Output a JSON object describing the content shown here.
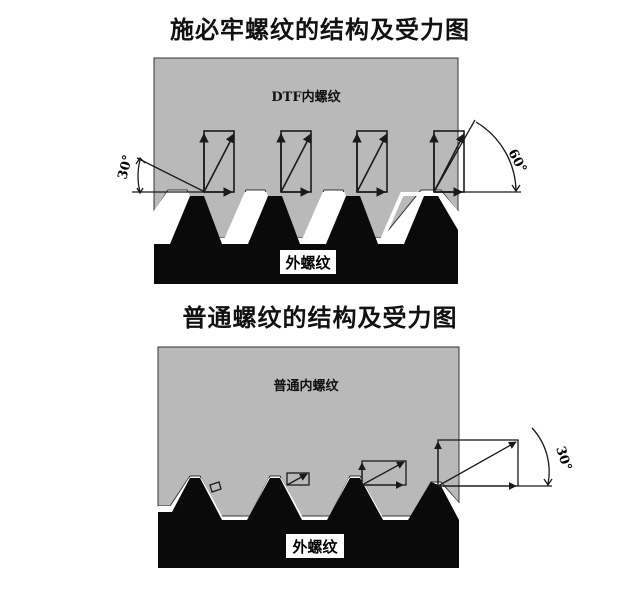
{
  "diagram_top": {
    "title": "施必牢螺纹的结构及受力图",
    "internal_label": "DTF内螺纹",
    "external_label": "外螺纹",
    "angle_left": "30°",
    "angle_right": "60°"
  },
  "diagram_bottom": {
    "title": "普通螺纹的结构及受力图",
    "internal_label": "普通内螺纹",
    "external_label": "外螺纹",
    "angle_right": "30°"
  },
  "colors": {
    "internal": "#b9b9b9",
    "external": "#0a0a0a",
    "line": "#1a1a1a"
  }
}
